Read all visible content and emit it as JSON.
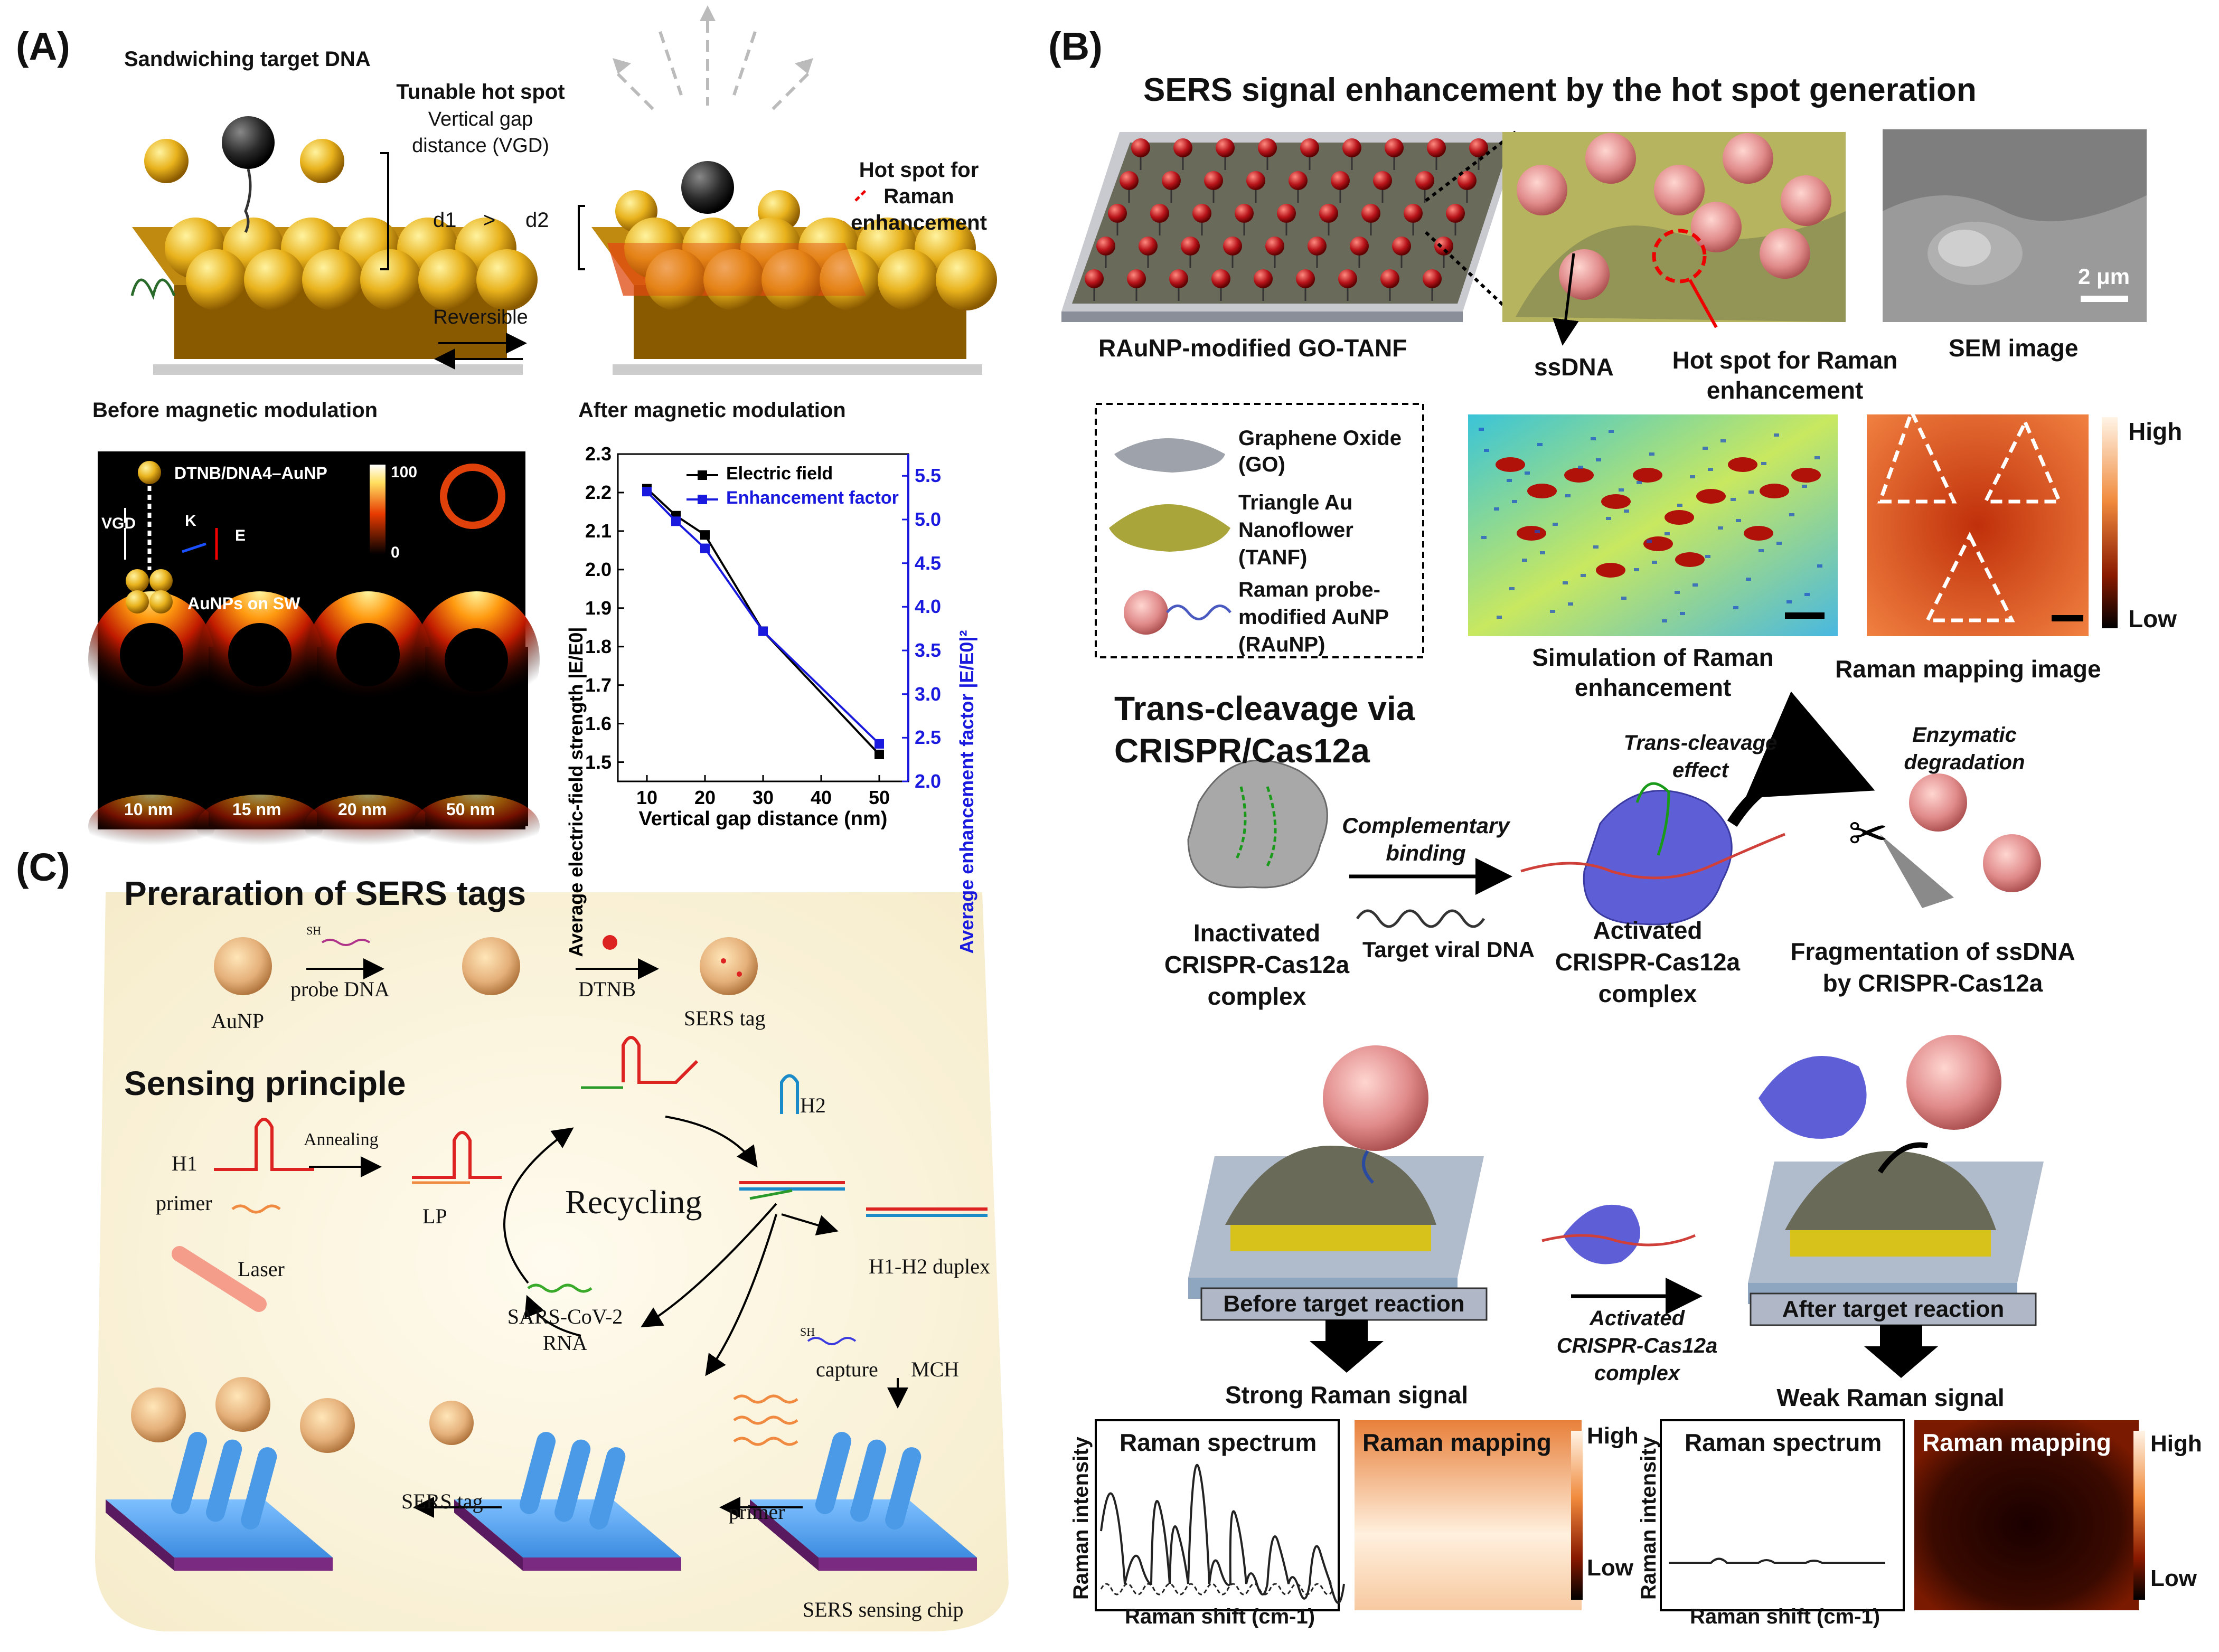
{
  "panels": {
    "a": {
      "label": "(A)",
      "sandwich": "Sandwiching target DNA",
      "tunable": "Tunable hot spot",
      "vgd_line1": "Vertical gap",
      "vgd_line2": "distance (VGD)",
      "d1": "d1",
      "gt": ">",
      "d2": "d2",
      "hotspot_line1": "Hot spot for",
      "hotspot_line2": "Raman",
      "hotspot_line3": "enhancement",
      "reversible": "Reversible",
      "before": "Before magnetic modulation",
      "after": "After magnetic modulation",
      "sim_probe": "DTNB/DNA4–AuNP",
      "sim_vgd": "VGD",
      "sim_k": "K",
      "sim_e": "E",
      "sim_sw": "AuNPs on SW",
      "scale_max": "100",
      "scale_min": "0",
      "gap_10": "10 nm",
      "gap_15": "15 nm",
      "gap_20": "20 nm",
      "gap_50": "50 nm"
    },
    "b": {
      "label": "(B)",
      "title": "SERS signal enhancement by the hot spot generation",
      "raunp_go": "RAuNP-modified GO-TANF",
      "ssdna": "ssDNA",
      "hotspot_line1": "Hot spot for Raman",
      "hotspot_line2": "enhancement",
      "sem": "SEM image",
      "scale_bar": "2 μm",
      "legend_go_1": "Graphene Oxide",
      "legend_go_2": "(GO)",
      "legend_tanf_1": "Triangle Au",
      "legend_tanf_2": "Nanoflower",
      "legend_tanf_3": "(TANF)",
      "legend_raunp_1": "Raman probe-",
      "legend_raunp_2": "modified AuNP",
      "legend_raunp_3": "(RAuNP)",
      "sim_line1": "Simulation of Raman",
      "sim_line2": "enhancement",
      "map_caption": "Raman mapping image",
      "high": "High",
      "low": "Low",
      "trans_line1": "Trans-cleavage via",
      "trans_line2": "CRISPR/Cas12a",
      "comp_line1": "Complementary",
      "comp_line2": "binding",
      "trans_eff_1": "Trans-cleavage",
      "trans_eff_2": "effect",
      "enz_1": "Enzymatic",
      "enz_2": "degradation",
      "inact_1": "Inactivated",
      "inact_2": "CRISPR-Cas12a",
      "inact_3": "complex",
      "target": "Target viral DNA",
      "act_1": "Activated",
      "act_2": "CRISPR-Cas12a",
      "act_3": "complex",
      "frag_1": "Fragmentation of ssDNA",
      "frag_2": "by CRISPR-Cas12a",
      "before": "Before target reaction",
      "after": "After target reaction",
      "arrow_1": "Activated",
      "arrow_2": "CRISPR-Cas12a",
      "arrow_3": "complex",
      "strong": "Strong Raman signal",
      "weak": "Weak Raman signal",
      "spec_title": "Raman spectrum",
      "map_title": "Raman mapping",
      "spec_y": "Raman intensity",
      "spec_x": "Raman shift (cm-1)"
    },
    "c": {
      "label": "(C)",
      "prep": "Preraration of SERS tags",
      "sh": "SH",
      "probe": "probe DNA",
      "aunp": "AuNP",
      "dtnb": "DTNB",
      "sers_tag": "SERS tag",
      "principle": "Sensing principle",
      "h1": "H1",
      "annealing": "Annealing",
      "primer": "primer",
      "lp": "LP",
      "recycling": "Recycling",
      "h2": "H2",
      "duplex": "H1-H2 duplex",
      "laser": "Laser",
      "sars_1": "SARS-CoV-2",
      "sars_2": "RNA",
      "capture": "capture",
      "mch": "MCH",
      "sers_tag2": "SERS tag",
      "primer2": "primer",
      "chip": "SERS sensing chip"
    }
  },
  "chart_data": {
    "type": "line",
    "xlabel": "Vertical gap distance (nm)",
    "ylabel": "Average electric-field strength |E/E0|",
    "y2label": "Average enhancement factor |E/E0|²",
    "x": [
      10,
      15,
      20,
      30,
      50
    ],
    "xlim": [
      5,
      55
    ],
    "ylim": [
      1.45,
      2.3
    ],
    "y2lim": [
      2.0,
      5.75
    ],
    "xticks": [
      10,
      20,
      30,
      40,
      50
    ],
    "yticks": [
      1.5,
      1.6,
      1.7,
      1.8,
      1.9,
      2.0,
      2.1,
      2.2,
      2.3
    ],
    "y2ticks": [
      2.0,
      2.5,
      3.0,
      3.5,
      4.0,
      4.5,
      5.0,
      5.5
    ],
    "legend_position": "top-right",
    "series": [
      {
        "name": "Electric field",
        "axis": "left",
        "color": "#000000",
        "values": [
          2.21,
          2.14,
          2.09,
          1.84,
          1.52
        ]
      },
      {
        "name": "Enhancement factor",
        "axis": "right",
        "color": "#1a1adf",
        "values": [
          5.32,
          4.98,
          4.67,
          3.72,
          2.43
        ]
      }
    ]
  },
  "colors": {
    "gold": "#e8b21c",
    "red_np": "#b8141a",
    "pink_np": "#e08a8a",
    "chip_blue": "#5aa2e0",
    "cas_purple": "#6c6dd8",
    "go_grey": "#7a7a6a",
    "tanf_yellow": "#d6c64a",
    "c_bg": "#fdf7e3"
  }
}
